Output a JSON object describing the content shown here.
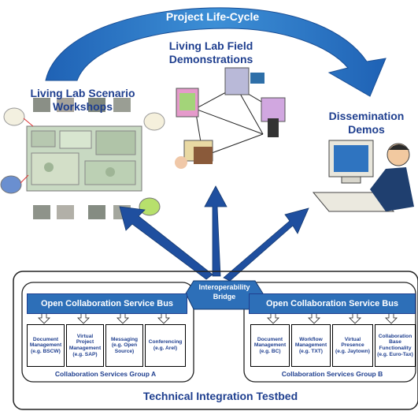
{
  "lifecycle": {
    "label": "Project Life-Cycle"
  },
  "field_demos": {
    "line1": "Living Lab Field",
    "line2": "Demonstrations"
  },
  "workshops": {
    "line1": "Living Lab Scenario",
    "line2": "Workshops"
  },
  "dissemination": {
    "line1": "Dissemination",
    "line2": "Demos"
  },
  "bridge": {
    "line1": "Interoperability",
    "line2": "Bridge"
  },
  "group_a": {
    "bus": "Open Collaboration Service Bus",
    "label": "Collaboration Services Group A",
    "services": [
      "Document\nManagement\n(e.g. BSCW)",
      "Virtual\nProject\nManagement\n(e.g. SAP)",
      "Messaging\n(e.g. Open\nSource)",
      "Conferencing\n(e.g. Arel)"
    ]
  },
  "group_b": {
    "bus": "Open Collaboration Service Bus",
    "label": "Collaboration Services Group B",
    "services": [
      "Document\nManagement\n(e.g. BC)",
      "Workflow\nManagement\n(e.g. TXT)",
      "Virtual\nPresence\n(e.g. Jaytown)",
      "Collaboration\nBase\nFunctionality\n(e.g. Euro-Tax)"
    ]
  },
  "testbed": {
    "label": "Technical Integration Testbed"
  },
  "colors": {
    "navy": "#1f3f8f",
    "bus_blue": "#2d6fb8",
    "arrow_blue": "#1f4f9f",
    "arc_blue": "#2f7fc8"
  }
}
